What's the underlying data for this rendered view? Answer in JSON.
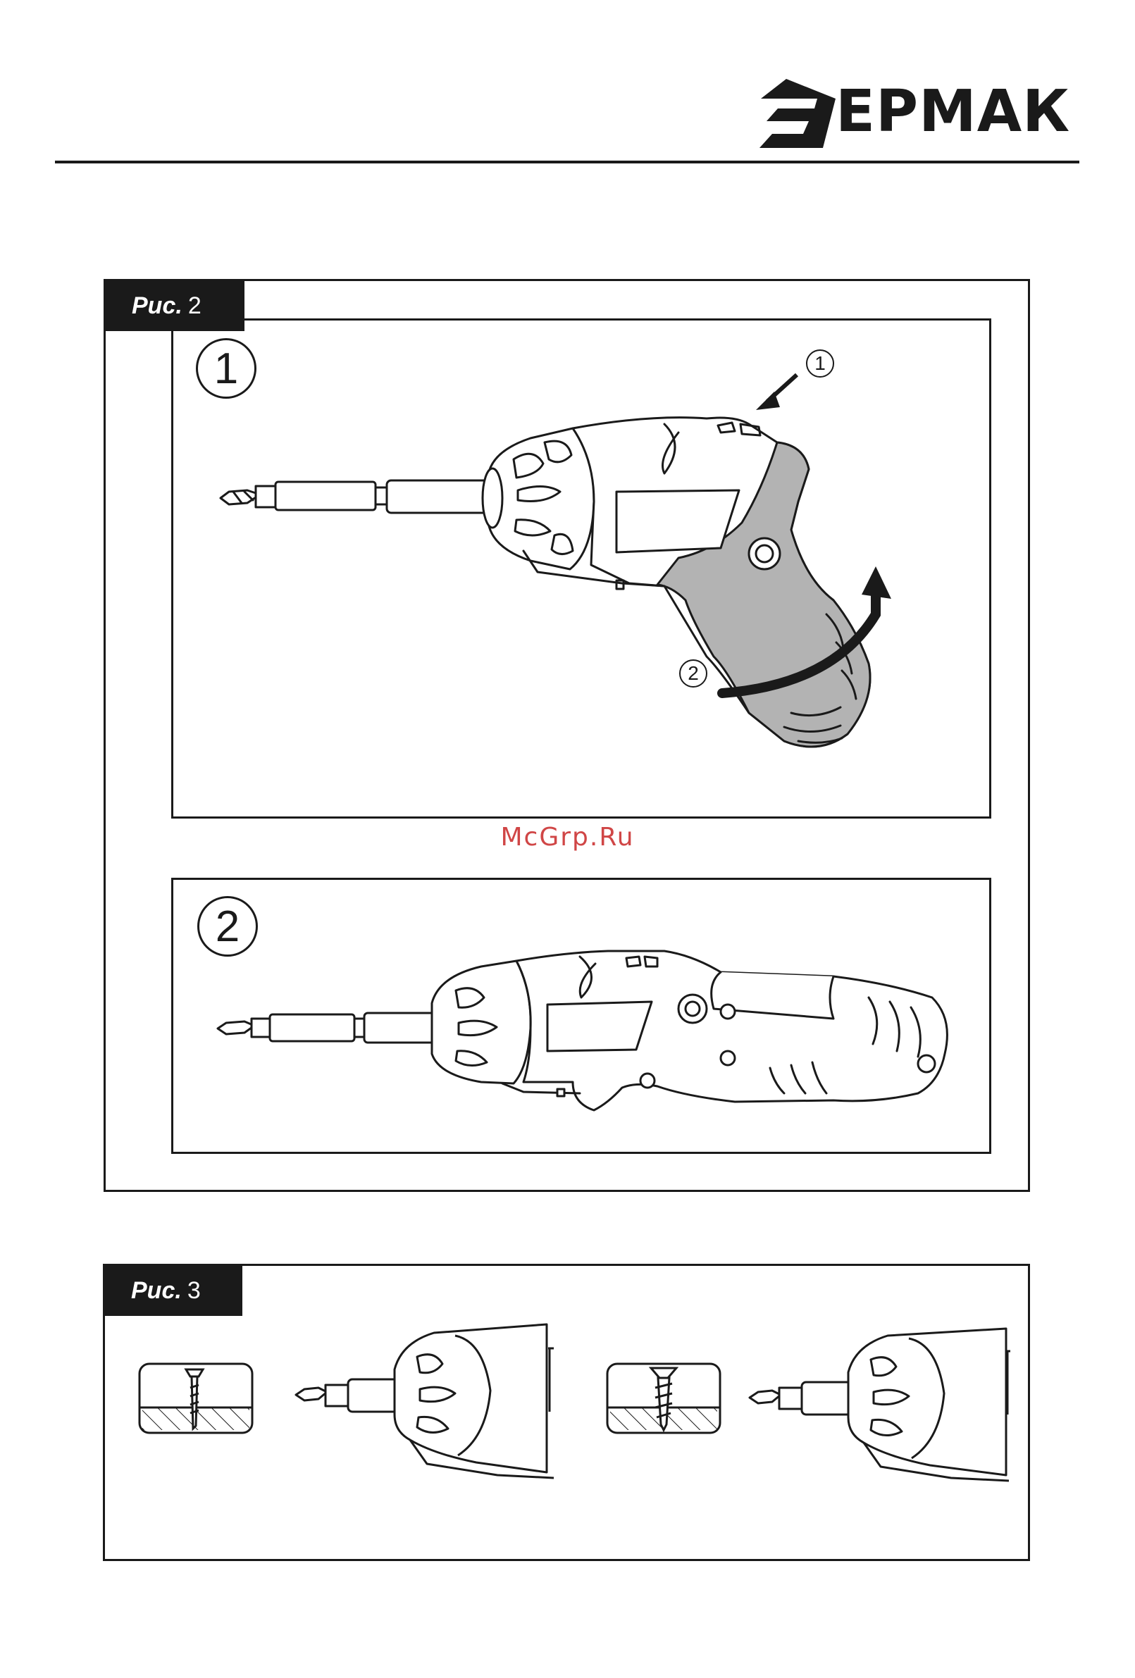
{
  "brand": {
    "name": "ЕРМАК"
  },
  "figure2": {
    "tab_abbr": "Рис.",
    "tab_num": "2",
    "panel1": {
      "step": "1",
      "callout_1": "1",
      "callout_2": "2"
    },
    "panel2": {
      "step": "2"
    }
  },
  "watermark": "McGrp.Ru",
  "figure3": {
    "tab_abbr": "Рис.",
    "tab_num": "3"
  },
  "colors": {
    "ink": "#1a1a1a",
    "handle_grey": "#b3b3b3",
    "watermark_red": "#d04646"
  }
}
